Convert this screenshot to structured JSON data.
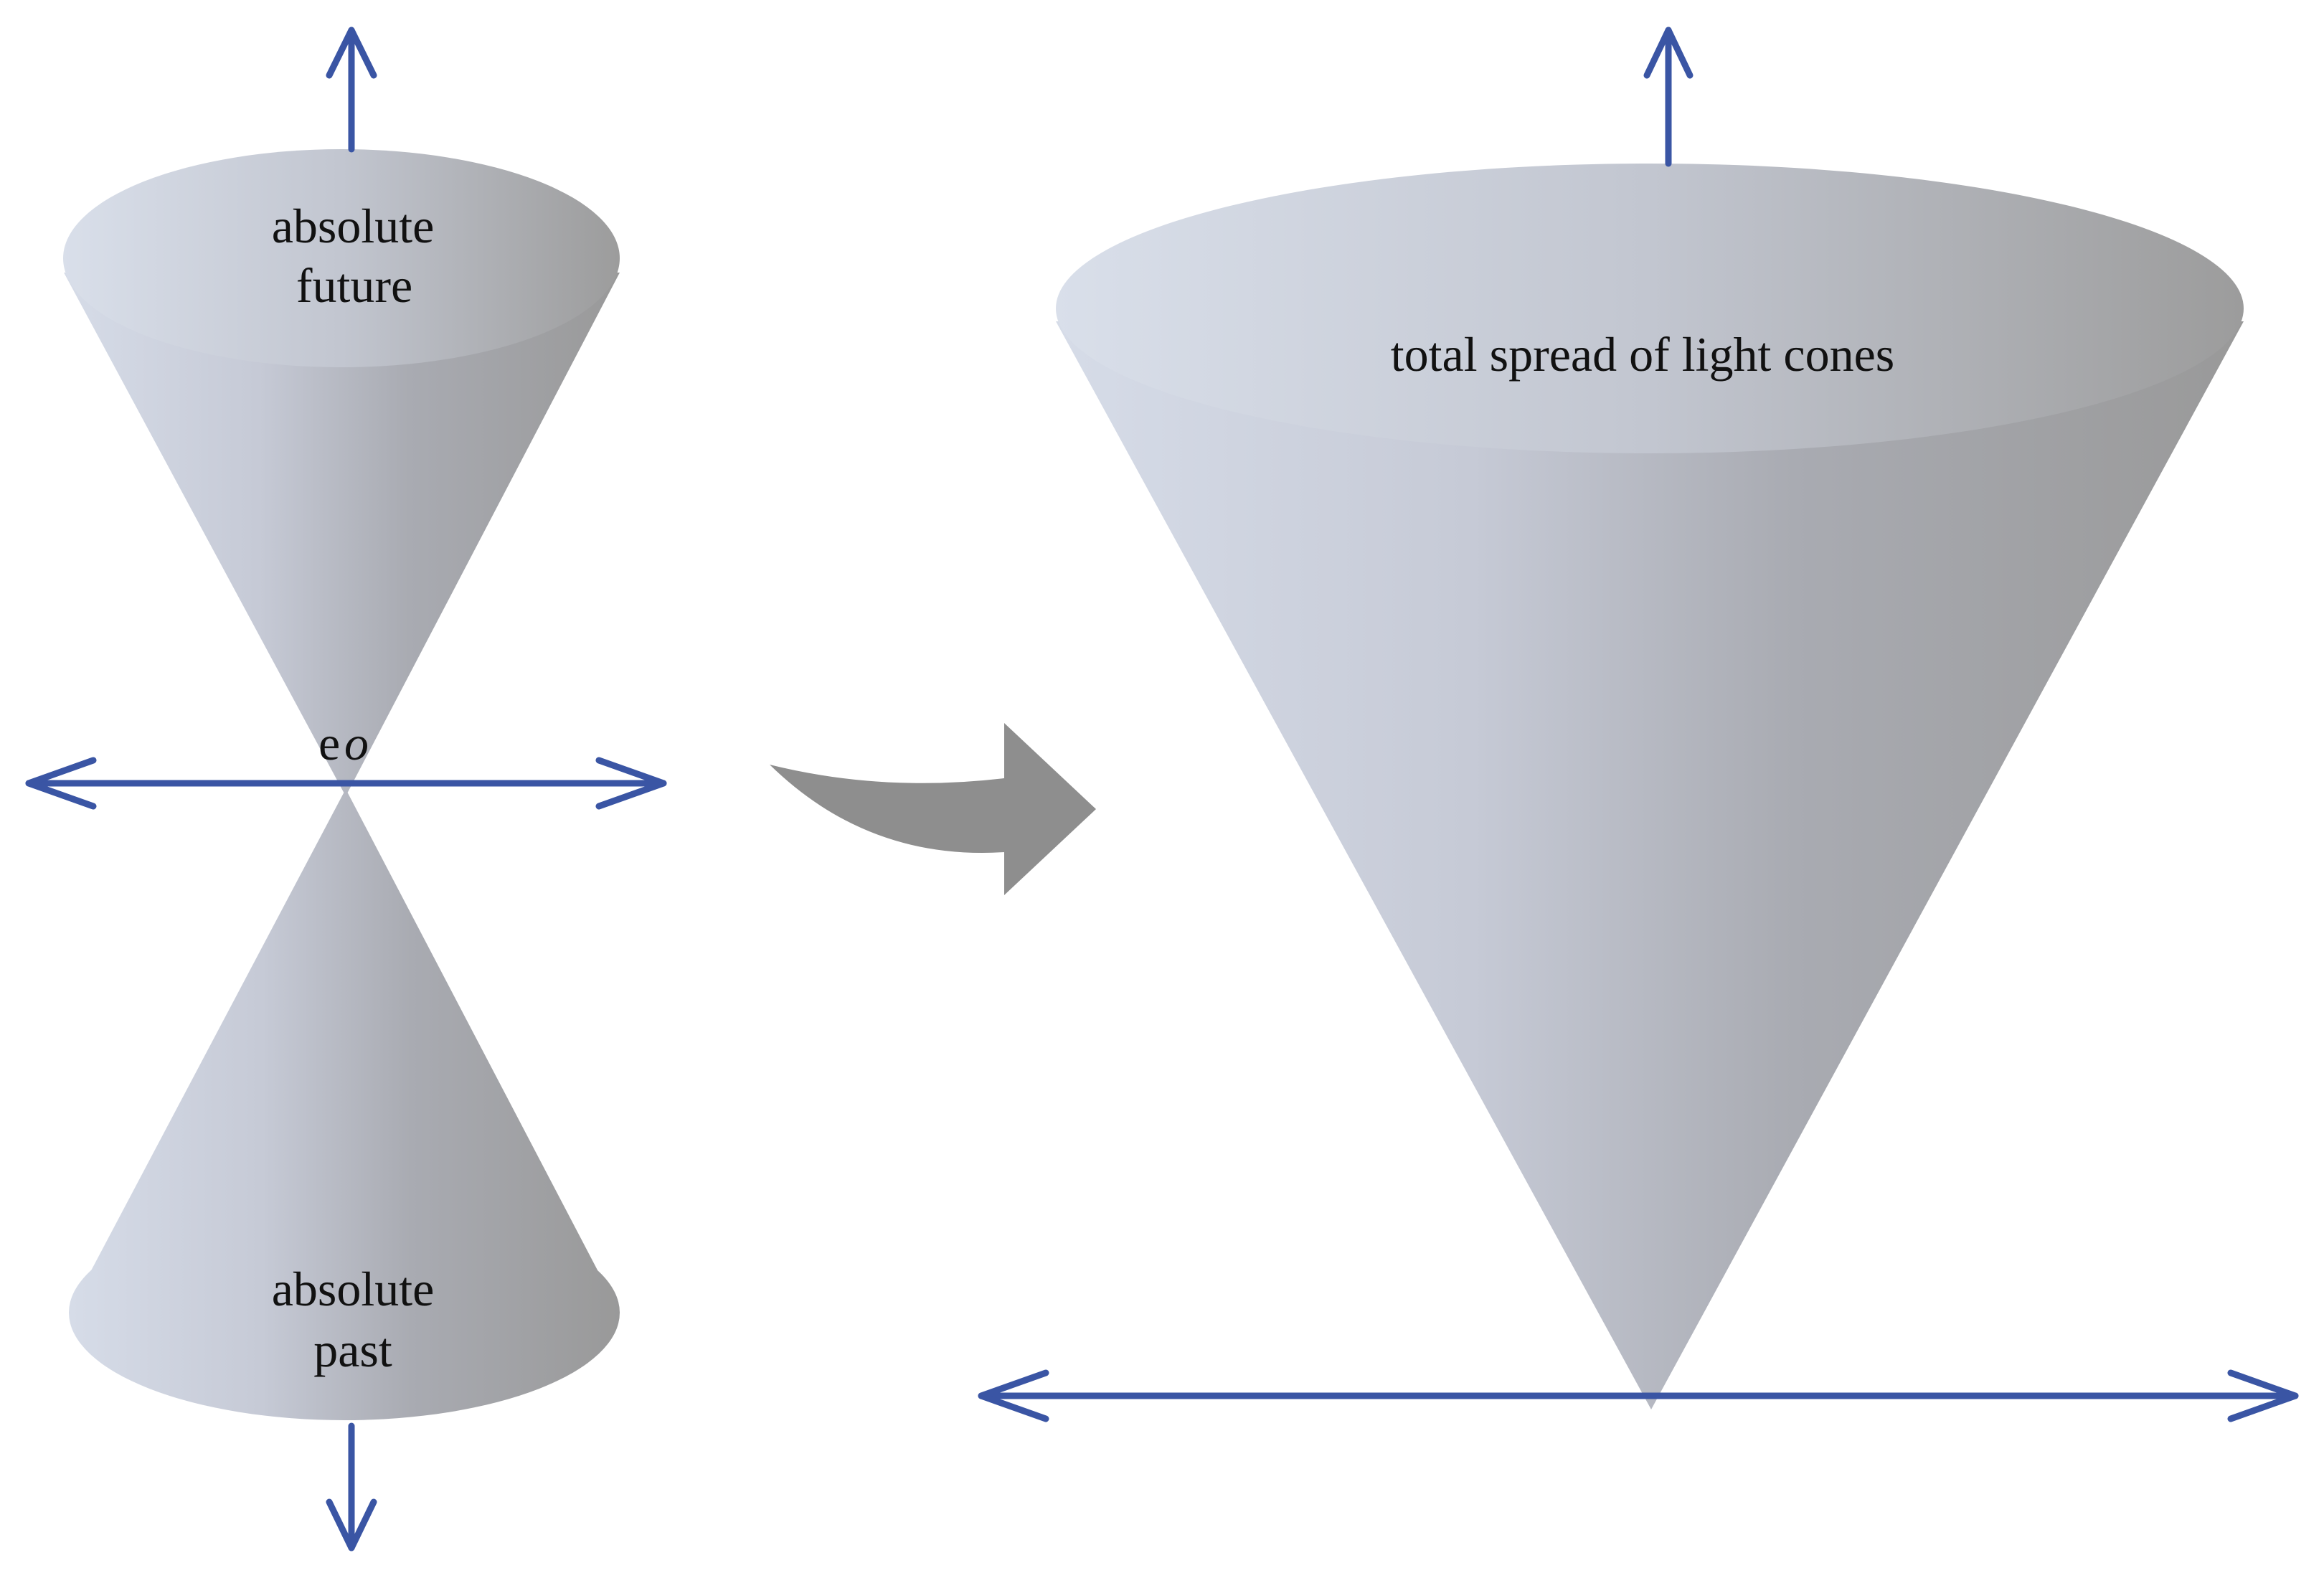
{
  "labels": {
    "absolute_future_line1": "absolute",
    "absolute_future_line2": "future",
    "absolute_past_line1": "absolute",
    "absolute_past_line2": "past",
    "event_e": "e",
    "event_o": "o",
    "total_spread": "total spread of light cones"
  },
  "colors": {
    "axis": "#3a55a4",
    "transition_arrow": "#8e8e8e",
    "cone_light": "#d6dce8",
    "cone_dark": "#989898",
    "text": "#111111"
  }
}
